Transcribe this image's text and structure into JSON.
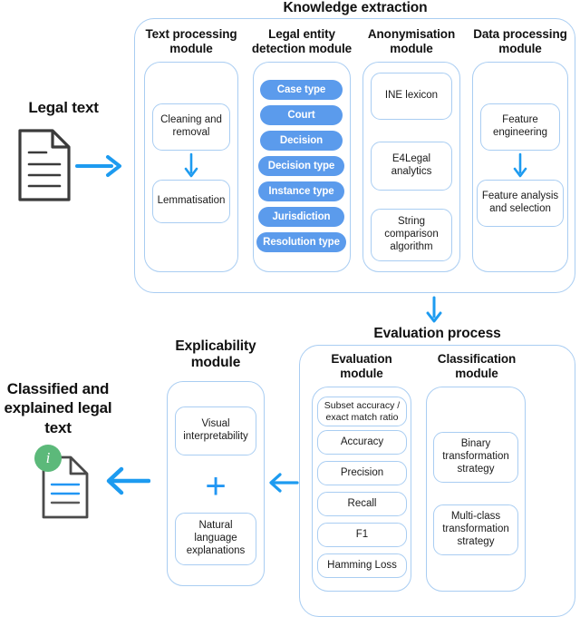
{
  "diagram": {
    "title": "Legal document classification pipeline",
    "colors": {
      "pill_blue": "#5b9bec",
      "arrow_blue": "#1d9bf0",
      "border_blue": "#a9cdf2",
      "badge_green": "#5cb97a",
      "text_dark": "#1a1a1a"
    }
  },
  "input": {
    "label": "Legal text",
    "icon": "document-icon"
  },
  "output": {
    "label": "Classified and explained legal text",
    "icon": "document-info-icon",
    "badge": "i"
  },
  "knowledge_extraction": {
    "title": "Knowledge extraction",
    "modules": [
      {
        "title": "Text processing module",
        "title_line1": "Text processing",
        "title_line2": "module",
        "items": [
          "Cleaning and removal",
          "Lemmatisation"
        ],
        "item_lines": [
          [
            "Cleaning and",
            "removal"
          ],
          [
            "Lemmatisation"
          ]
        ],
        "has_internal_arrow": true
      },
      {
        "title": "Legal entity detection module",
        "title_line1": "Legal entity",
        "title_line2": "detection module",
        "pills": [
          "Case type",
          "Court",
          "Decision",
          "Decision type",
          "Instance type",
          "Jurisdiction",
          "Resolution type"
        ]
      },
      {
        "title": "Anonymisation module",
        "title_line1": "Anonymisation",
        "title_line2": "module",
        "items": [
          "INE lexicon",
          "E4Legal analytics",
          "String comparison algorithm"
        ],
        "item_lines": [
          [
            "INE lexicon"
          ],
          [
            "E4Legal",
            "analytics"
          ],
          [
            "String",
            "comparison",
            "algorithm"
          ]
        ]
      },
      {
        "title": "Data processing module",
        "title_line1": "Data processing",
        "title_line2": "module",
        "items": [
          "Feature engineering",
          "Feature analysis and selection"
        ],
        "item_lines": [
          [
            "Feature",
            "engineering"
          ],
          [
            "Feature analysis",
            "and selection"
          ]
        ],
        "has_internal_arrow": true
      }
    ]
  },
  "evaluation_process": {
    "title": "Evaluation process",
    "modules": [
      {
        "title": "Evaluation module",
        "title_line1": "Evaluation",
        "title_line2": "module",
        "items": [
          "Subset accuracy / exact match ratio",
          "Accuracy",
          "Precision",
          "Recall",
          "F1",
          "Hamming Loss"
        ],
        "item_lines": [
          [
            "Subset accuracy /",
            "exact match ratio"
          ],
          [
            "Accuracy"
          ],
          [
            "Precision"
          ],
          [
            "Recall"
          ],
          [
            "F1"
          ],
          [
            "Hamming Loss"
          ]
        ]
      },
      {
        "title": "Classification module",
        "title_line1": "Classification",
        "title_line2": "module",
        "items": [
          "Binary transformation strategy",
          "Multi-class transformation strategy"
        ],
        "item_lines": [
          [
            "Binary",
            "transformation",
            "strategy"
          ],
          [
            "Multi-class",
            "transformation",
            "strategy"
          ]
        ]
      }
    ]
  },
  "explicability": {
    "title": "Explicability module",
    "title_line1": "Explicability",
    "title_line2": "module",
    "items": [
      "Visual interpretability",
      "Natural language explanations"
    ],
    "item_lines": [
      [
        "Visual",
        "interpretability"
      ],
      [
        "Natural",
        "language",
        "explanations"
      ]
    ],
    "combiner": "+"
  },
  "arrows": [
    {
      "name": "input-to-knowledge",
      "direction": "right"
    },
    {
      "name": "knowledge-to-evaluation",
      "direction": "down"
    },
    {
      "name": "evaluation-to-explicability",
      "direction": "left"
    },
    {
      "name": "explicability-to-output",
      "direction": "left"
    }
  ]
}
